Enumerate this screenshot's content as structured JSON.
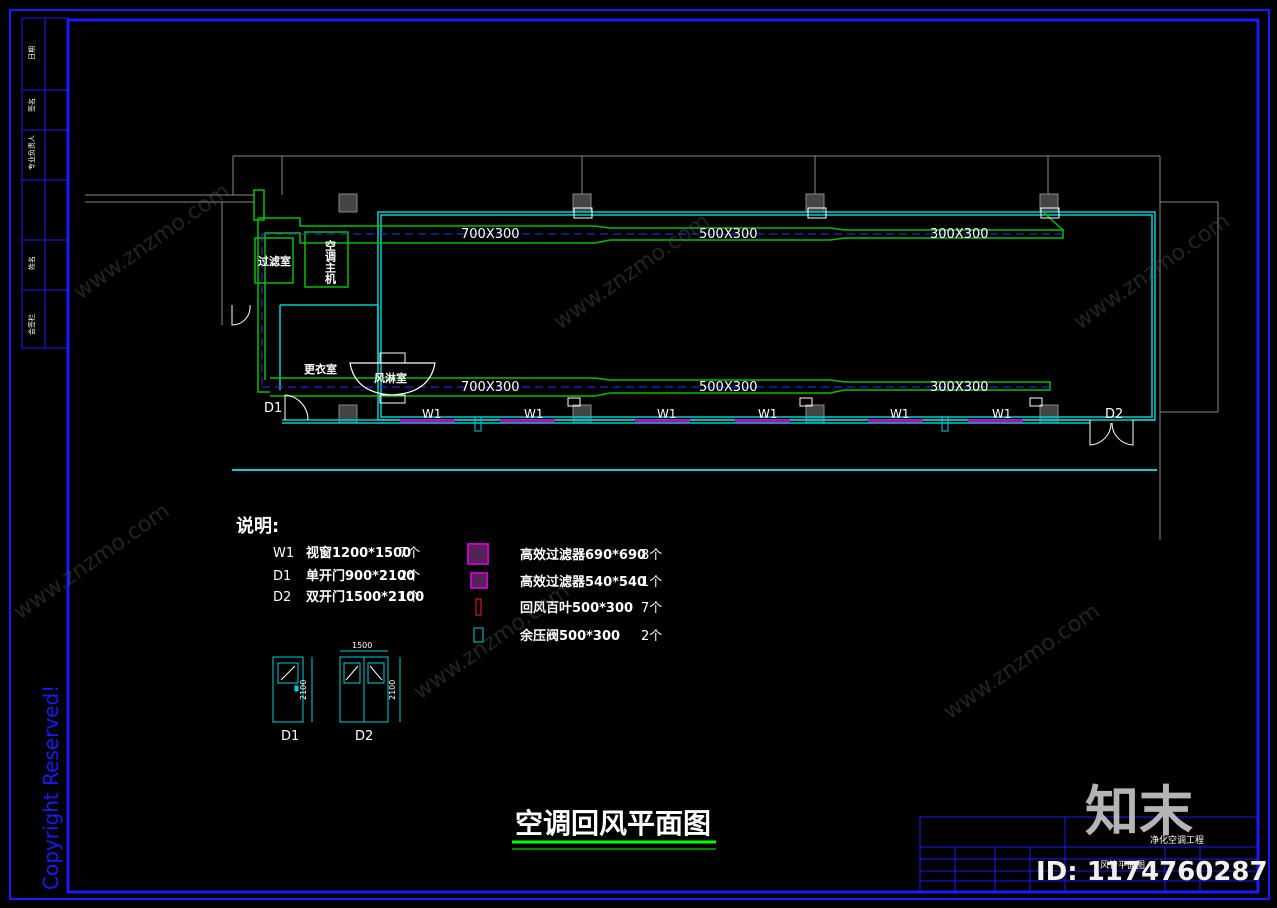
{
  "drawing": {
    "title": "空调回风平面图",
    "colors": {
      "frame": "#1a1aff",
      "wall": "#00d0d0",
      "duct": "#00c000",
      "dashed": "#3030ff",
      "text": "#ffffff",
      "window": "#c000c0",
      "title_underline": "#00ff00"
    },
    "rooms": {
      "filter_room": "过滤室",
      "ac_unit": "空调主机",
      "changing_room": "更衣室",
      "air_shower": "风淋室"
    },
    "duct_labels": {
      "upper": [
        "700X300",
        "500X300",
        "300X300"
      ],
      "lower": [
        "700X300",
        "500X300",
        "300X300"
      ]
    },
    "window_label": "W1",
    "door_labels": {
      "d1": "D1",
      "d2": "D2"
    }
  },
  "legend": {
    "heading": "说明:",
    "items": [
      {
        "code": "W1",
        "desc": "视窗1200*1500",
        "qty": "7个"
      },
      {
        "code": "D1",
        "desc": "单开门900*2100",
        "qty": "2个"
      },
      {
        "code": "D2",
        "desc": "双开门1500*2100",
        "qty": "1个"
      }
    ],
    "symbols": [
      {
        "desc": "高效过滤器690*690",
        "qty": "8个"
      },
      {
        "desc": "高效过滤器540*540",
        "qty": "1个"
      },
      {
        "desc": "回风百叶500*300",
        "qty": "7个"
      },
      {
        "desc": "余压阀500*300",
        "qty": "2个"
      }
    ]
  },
  "door_details": {
    "d1_label": "D1",
    "d2_label": "D2",
    "width_dim": "1500",
    "height_dim_d1": "2100",
    "height_dim_d2": "2100"
  },
  "title_block": {
    "project": "净化空调工程",
    "drawing_name": "风管平面图"
  },
  "side_strip": {
    "labels": [
      "日期",
      "签名",
      "专业负责人",
      "姓名",
      "会签栏"
    ]
  },
  "watermarks": {
    "copyright": "Copyright Reserved!",
    "logo": "知末",
    "id": "ID: 1174760287",
    "site": "www.znzmo.com"
  }
}
